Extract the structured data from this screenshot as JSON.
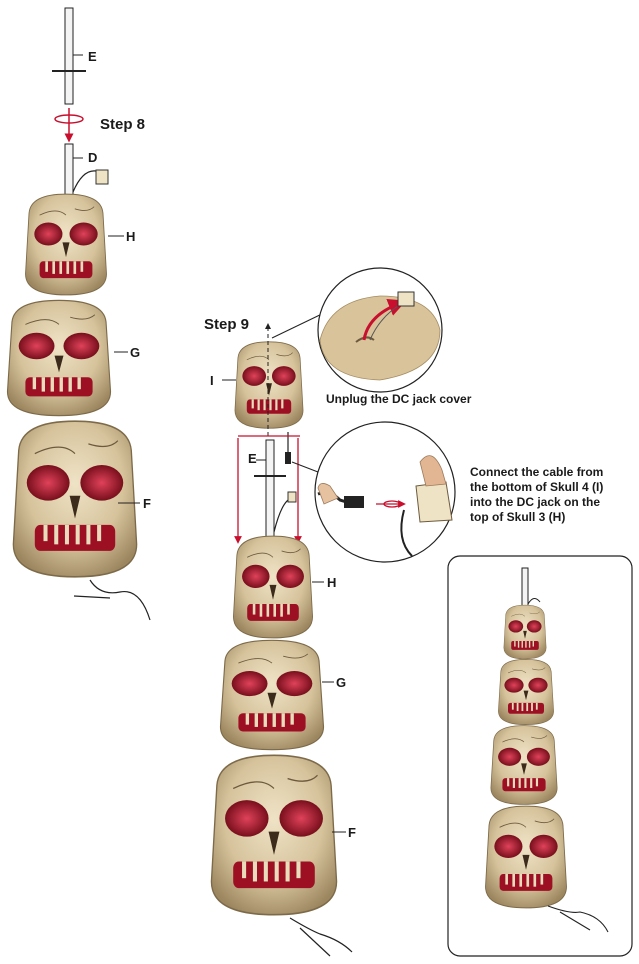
{
  "steps": {
    "step8": "Step 8",
    "step9": "Step 9"
  },
  "labels": {
    "e_top": "E",
    "d": "D",
    "h_left": "H",
    "g_left": "G",
    "f_left": "F",
    "i": "I",
    "e_mid": "E",
    "h_right": "H",
    "g_right": "G",
    "f_right": "F"
  },
  "callouts": {
    "unplug": "Unplug the DC jack cover",
    "connect": "Connect the cable from the bottom of Skull 4 (I) into the DC jack on the top of Skull 3 (H)"
  },
  "colors": {
    "skull_bone": "#d9c8a3",
    "skull_shadow": "#8a7656",
    "eye_red": "#b1142a",
    "arrow_red": "#c8102e",
    "outline": "#222222"
  }
}
